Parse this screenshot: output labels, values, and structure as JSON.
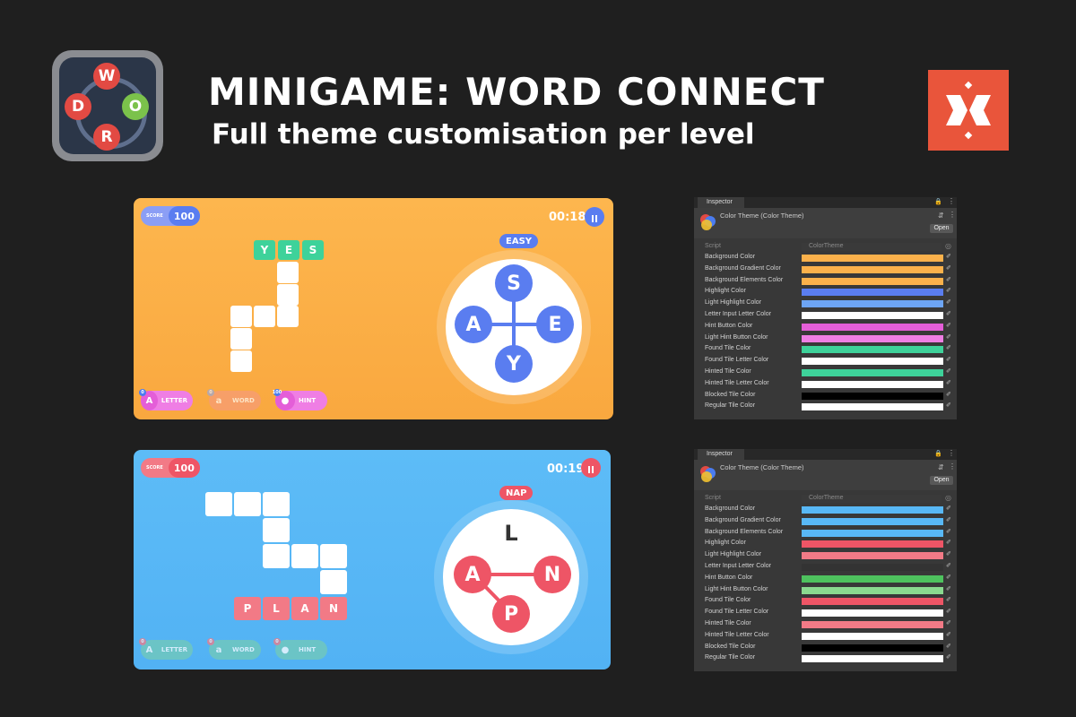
{
  "header": {
    "title": "MINIGAME: WORD CONNECT",
    "subtitle": "Full theme customisation per level",
    "app_icon_letters": [
      "W",
      "D",
      "O",
      "R"
    ],
    "brand_icon": "crossed-brackets-icon"
  },
  "level_orange": {
    "score_label": "SCORE",
    "score": "100",
    "timer": "00:18",
    "found_word_letters": [
      "Y",
      "E",
      "S"
    ],
    "difficulty": "EASY",
    "wheel_letters": [
      "S",
      "A",
      "E",
      "Y"
    ],
    "powerups": [
      {
        "label": "LETTER",
        "count": "0"
      },
      {
        "label": "WORD",
        "count": "0"
      },
      {
        "label": "HINT",
        "count": "100"
      }
    ]
  },
  "level_blue": {
    "score_label": "SCORE",
    "score": "100",
    "timer": "00:19",
    "found_word_letters": [
      "P",
      "L",
      "A",
      "N"
    ],
    "difficulty": "NAP",
    "wheel_letters": [
      "L",
      "A",
      "N",
      "P"
    ],
    "powerups": [
      {
        "label": "LETTER",
        "count": "0"
      },
      {
        "label": "WORD",
        "count": "0"
      },
      {
        "label": "HINT",
        "count": "0"
      }
    ]
  },
  "inspector_labels": {
    "tab": "Inspector",
    "component": "Color Theme (Color Theme)",
    "open_button": "Open",
    "script_label": "Script",
    "script_value": "ColorTheme"
  },
  "inspector_orange": {
    "rows": [
      {
        "label": "Background Color",
        "color": "#fbb14b"
      },
      {
        "label": "Background Gradient Color",
        "color": "#fbb14b"
      },
      {
        "label": "Background Elements Color",
        "color": "#fbb14b"
      },
      {
        "label": "Highlight Color",
        "color": "#5a7df0"
      },
      {
        "label": "Light Highlight Color",
        "color": "#6da5f5"
      },
      {
        "label": "Letter Input Letter Color",
        "color": "#ffffff"
      },
      {
        "label": "Hint Button Color",
        "color": "#e45ed8"
      },
      {
        "label": "Light Hint Button Color",
        "color": "#ef7ee4"
      },
      {
        "label": "Found Tile Color",
        "color": "#3ed29a"
      },
      {
        "label": "Found Tile Letter Color",
        "color": "#ffffff"
      },
      {
        "label": "Hinted Tile Color",
        "color": "#3ed29a"
      },
      {
        "label": "Hinted Tile Letter Color",
        "color": "#ffffff"
      },
      {
        "label": "Blocked Tile Color",
        "color": "#000000"
      },
      {
        "label": "Regular Tile Color",
        "color": "#ffffff"
      }
    ]
  },
  "inspector_blue": {
    "rows": [
      {
        "label": "Background Color",
        "color": "#58b8f6"
      },
      {
        "label": "Background Gradient Color",
        "color": "#58b8f6"
      },
      {
        "label": "Background Elements Color",
        "color": "#58b8f6"
      },
      {
        "label": "Highlight Color",
        "color": "#ee5566"
      },
      {
        "label": "Light Highlight Color",
        "color": "#f27a86"
      },
      {
        "label": "Letter Input Letter Color",
        "color": "#333333"
      },
      {
        "label": "Hint Button Color",
        "color": "#4ec25e"
      },
      {
        "label": "Light Hint Button Color",
        "color": "#8ad98f"
      },
      {
        "label": "Found Tile Color",
        "color": "#ee5566"
      },
      {
        "label": "Found Tile Letter Color",
        "color": "#ffffff"
      },
      {
        "label": "Hinted Tile Color",
        "color": "#f27a86"
      },
      {
        "label": "Hinted Tile Letter Color",
        "color": "#ffffff"
      },
      {
        "label": "Blocked Tile Color",
        "color": "#000000"
      },
      {
        "label": "Regular Tile Color",
        "color": "#ffffff"
      }
    ]
  },
  "colors": {
    "page_bg": "#1f1f1f",
    "brand": "#e9553b",
    "orange_bg": "#fbb14b",
    "blue_bg": "#58b8f6"
  }
}
